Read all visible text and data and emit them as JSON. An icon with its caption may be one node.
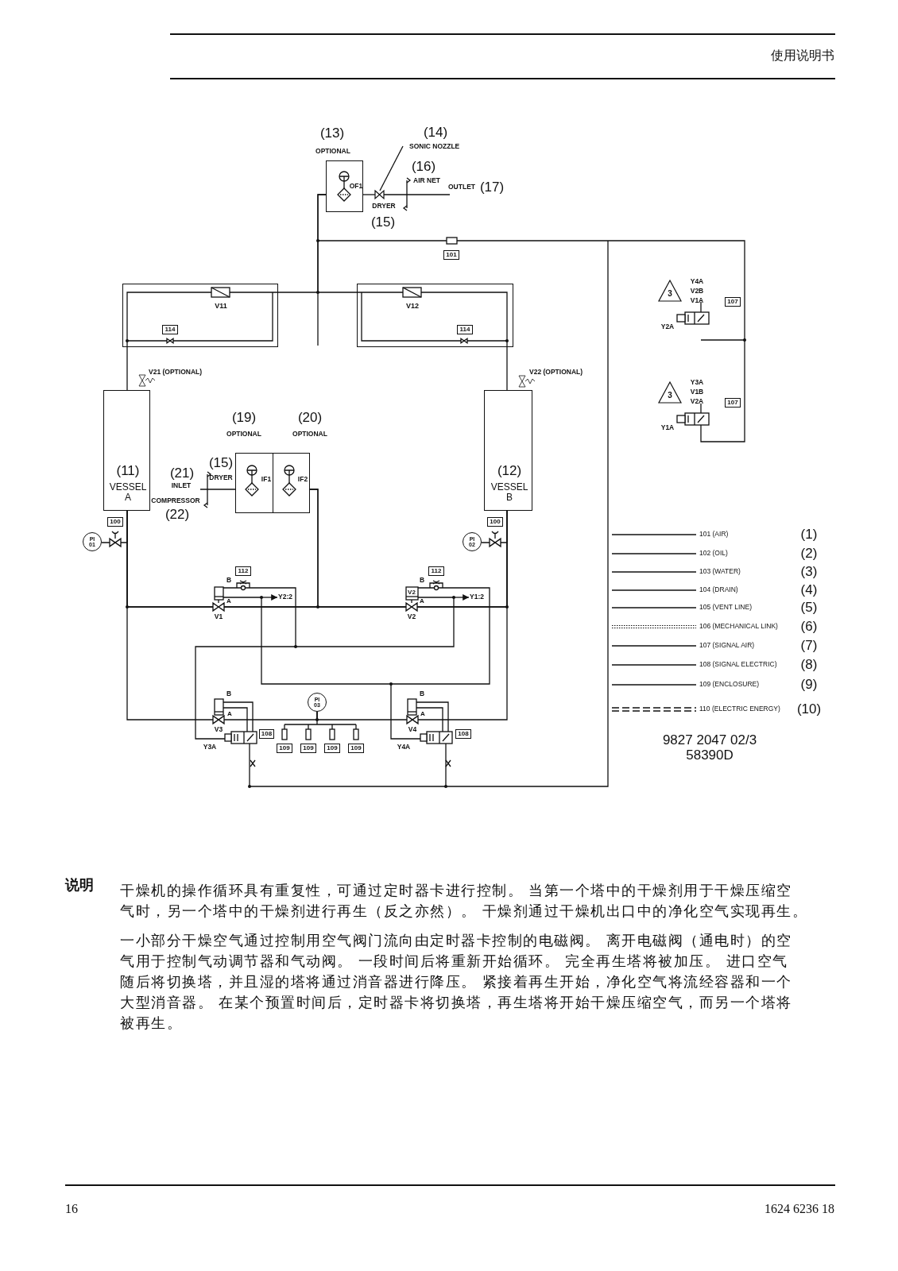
{
  "diagram": {
    "nodes": [
      {
        "text": [
          "(13)",
          "OPTIONAL",
          "OF1"
        ]
      },
      {
        "text": [
          "(14)",
          "SONIC NOZZLE"
        ]
      },
      {
        "text": [
          "V11"
        ]
      },
      {
        "text": [
          "114"
        ],
        "in": 2
      },
      {
        "text": [
          "V12"
        ]
      },
      {
        "text": [
          "114"
        ],
        "in": 4
      },
      {
        "text": [
          "101"
        ]
      },
      {
        "text": [
          "3"
        ]
      },
      {
        "text": [
          "107"
        ]
      },
      {
        "text": [
          "3"
        ]
      },
      {
        "text": [
          "107"
        ]
      },
      {
        "text": [
          "(11)",
          "VESSEL A"
        ]
      },
      {
        "text": [
          "(12)",
          "VESSEL B"
        ]
      },
      {
        "text": [
          "(19)",
          "OPTIONAL",
          "IF1"
        ]
      },
      {
        "text": [
          "(20)",
          "OPTIONAL",
          "IF2"
        ]
      },
      {
        "text": [
          "100"
        ]
      },
      {
        "text": [
          "PI 01"
        ]
      },
      {
        "text": [
          "100"
        ]
      },
      {
        "text": [
          "PI 02"
        ]
      },
      {
        "text": [
          "112"
        ]
      },
      {
        "text": [
          "112"
        ]
      },
      {
        "text": [
          "PI 03"
        ]
      },
      {
        "text": [
          "108"
        ]
      },
      {
        "text": [
          "109"
        ]
      },
      {
        "text": [
          "109"
        ]
      },
      {
        "text": [
          "109"
        ]
      },
      {
        "text": [
          "109"
        ]
      },
      {
        "text": [
          "108"
        ]
      },
      {
        "text": [],
        "shape": "valve"
      },
      {
        "text": [
          "OUTLET",
          "(17)"
        ]
      },
      {
        "text": [
          "Y2:2"
        ]
      },
      {
        "text": [
          "Y1:2"
        ]
      }
    ],
    "edges": [
      {
        "from": 11,
        "to": 2,
        "arrow": "none"
      },
      {
        "from": 12,
        "to": 4,
        "arrow": "none"
      },
      {
        "from": 0,
        "to": 2,
        "arrow": "none"
      },
      {
        "from": 0,
        "to": 4,
        "arrow": "none"
      },
      {
        "from": 1,
        "to": 28,
        "arrow": "none"
      },
      {
        "from": 0,
        "to": 28,
        "arrow": "none"
      },
      {
        "from": 28,
        "to": 29,
        "arrow": "none"
      },
      {
        "from": null,
        "to": 30,
        "arrow": "to"
      },
      {
        "from": null,
        "to": 31,
        "arrow": "to"
      },
      {
        "from": 11,
        "to": 21,
        "arrow": "none"
      },
      {
        "from": 12,
        "to": 21,
        "arrow": "none"
      },
      {
        "from": 11,
        "to": 12,
        "arrow": "none"
      },
      {
        "from": 16,
        "to": 11,
        "arrow": "none"
      },
      {
        "from": 18,
        "to": 12,
        "arrow": "none"
      },
      {
        "from": 14,
        "to": 11,
        "arrow": "none"
      },
      {
        "from": 14,
        "to": 12,
        "arrow": "none"
      }
    ],
    "labels": [
      "使用说明书",
      "(16)",
      "AIR NET",
      "DRYER",
      "(15)",
      "Y4A",
      "V2B",
      "V1A",
      "Y2A",
      "Y3A",
      "V1B",
      "V2A",
      "Y1A",
      "V21 (OPTIONAL)",
      "V22 (OPTIONAL)",
      "(21)",
      "INLET",
      "(15)",
      "DRYER",
      "COMPRESSOR",
      "(22)",
      "B",
      "A",
      "V1",
      "B",
      "V2",
      "A",
      "V2",
      "B",
      "A",
      "V3",
      "Y3A",
      "B",
      "A",
      "V4",
      "Y4A",
      "(1)",
      "(2)",
      "(3)",
      "(4)",
      "(5)",
      "(6)",
      "(7)",
      "(8)",
      "(9)",
      "(10)",
      "9827 2047 02/3",
      "58390D",
      "说明",
      "干燥机的操作循环具有重复性，可通过定时器卡进行控制。 当第一个塔中的干燥剂用于干燥压缩空气时，另一个塔中的干燥剂进行再生（反之亦然）。 干燥剂通过干燥机出口中的净化空气实现再生。",
      "一小部分干燥空气通过控制用空气阀门流向由定时器卡控制的电磁阀。 离开电磁阀（通电时）的空气用于控制气动调节器和气动阀。 一段时间后将重新开始循环。 完全再生塔将被加压。 进口空气随后将切换塔，并且湿的塔将通过消音器进行降压。 紧接着再生开始，净化空气将流经容器和一个大型消音器。 在某个预置时间后，定时器卡将切换塔，再生塔将开始干燥压缩空气，而另一个塔将被再生。",
      "16",
      "1624 6236 18"
    ],
    "legend": [
      {
        "text": "101 (AIR)"
      },
      {
        "text": "102 (OIL)"
      },
      {
        "text": "103 (WATER)"
      },
      {
        "text": "104 (DRAIN)"
      },
      {
        "text": "105 (VENT LINE)"
      },
      {
        "text": "106 (MECHANICAL LINK)"
      },
      {
        "text": "107 (SIGNAL AIR)"
      },
      {
        "text": "108 (SIGNAL ELECTRIC)"
      },
      {
        "text": "109 (ENCLOSURE)"
      },
      {
        "text": "110 (ELECTRIC ENERGY)"
      }
    ]
  }
}
